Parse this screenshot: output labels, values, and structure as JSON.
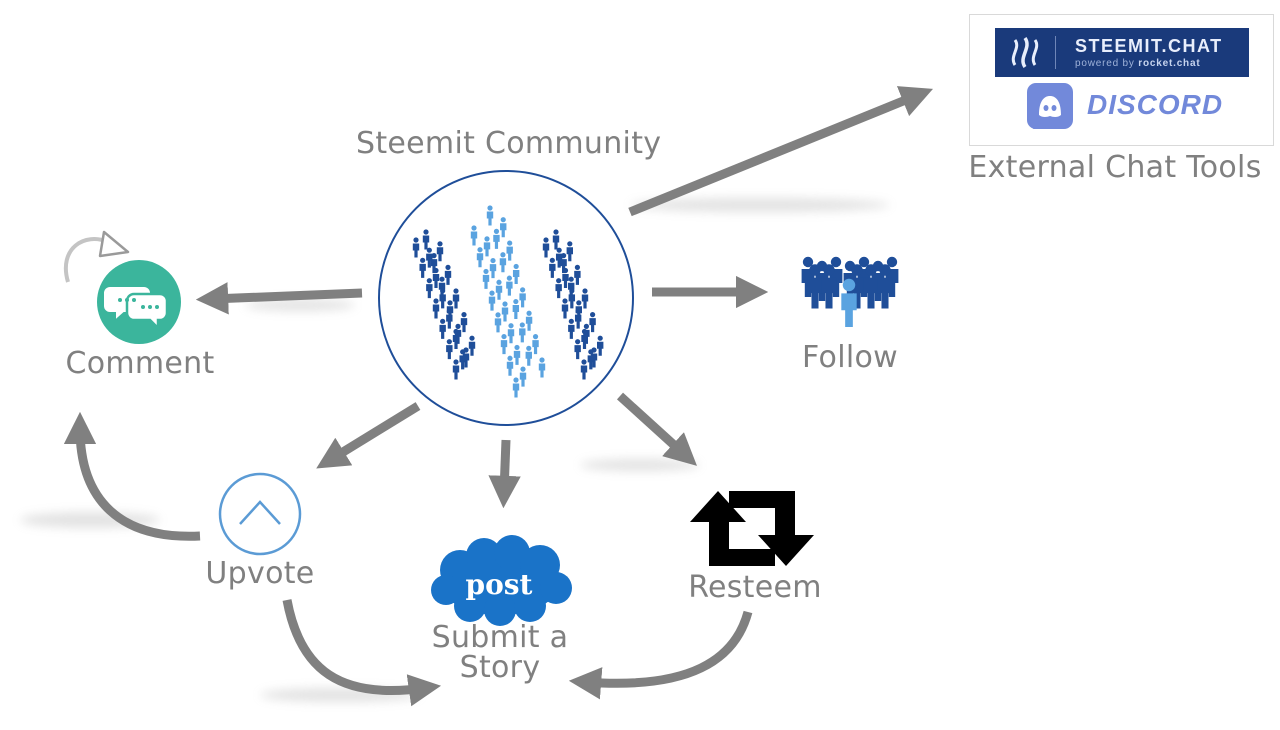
{
  "title": "Steemit Community",
  "nodes": {
    "comment": "Comment",
    "follow": "Follow",
    "upvote": "Upvote",
    "story_line1": "Submit a",
    "story_line2": "Story",
    "resteem": "Resteem",
    "post_badge": "post",
    "external": "External Chat Tools"
  },
  "logos": {
    "steemit_chat_title": "STEEMIT.CHAT",
    "steemit_chat_powered": "powered by",
    "steemit_chat_powered_brand": "rocket.chat",
    "discord": "DISCORD"
  },
  "colors": {
    "arrow": "#808080",
    "community_dark": "#1f4e99",
    "community_light": "#5aa3e0",
    "comment_teal": "#3bb59c",
    "upvote_blue": "#5b9bd5",
    "post_blue": "#1a73c8",
    "steemit_chat_bg": "#1a3a7b",
    "discord": "#7289da"
  },
  "icons": [
    "people-crowd-icon",
    "speech-bubbles-icon",
    "upvote-chevron-icon",
    "post-cloud-icon",
    "resteem-arrows-icon",
    "follow-group-icon",
    "steemit-logo-icon",
    "discord-logo-icon"
  ]
}
